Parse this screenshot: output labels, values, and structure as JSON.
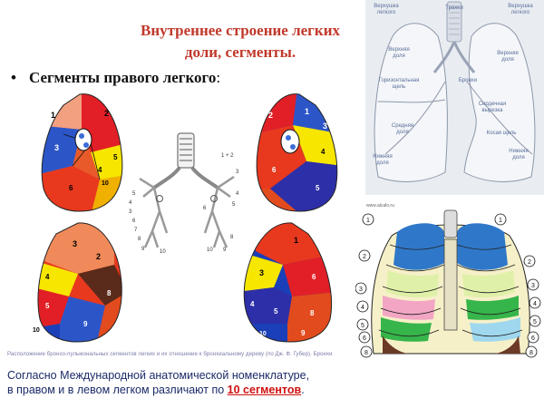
{
  "slide": {
    "title_line1": "Внутреннее строение легких",
    "title_line2": "доли, сегменты.",
    "bullet_char": "•",
    "bullet_text": "Сегменты правого легкого",
    "bullet_colon": ":",
    "credit": "Расположение бронхо-пульмональных сегментов легких и их отношение к бронхиальному дереву (по Дж. Ф. Губер). Бронхи",
    "caption_line1": "Согласно Международной анатомической номенклатуре,",
    "caption_line2_pre": "в правом и в левом легком различают по ",
    "caption_highlight": "10 сегментов",
    "caption_end": "."
  },
  "lungs_labels": {
    "apex_right": "Верхушка легкого",
    "trachea": "Трахея",
    "apex_left": "Верхушка легкого",
    "upper_right": "Верхняя доля",
    "horizontal_fissure": "Горизонтальная щель",
    "bronchi": "Бронхи",
    "upper_left": "Верхняя доля",
    "cardiac_notch": "Сердечная вырезка",
    "middle": "Средняя доля",
    "oblique_fissure": "Косая щель",
    "lower_right": "Нижняя доля",
    "lower_left": "Нижняя доля"
  },
  "segment_numbers": {
    "a": [
      "1",
      "2",
      "3",
      "5",
      "4",
      "6",
      "10"
    ],
    "b": [
      "2",
      "3",
      "1",
      "4",
      "6",
      "5"
    ],
    "c": [
      "3",
      "2",
      "8",
      "4",
      "5",
      "9",
      "10"
    ],
    "d": [
      "3",
      "1",
      "6",
      "4",
      "5",
      "8",
      "9",
      "10"
    ],
    "tree_left": [
      "3",
      "4",
      "5",
      "6",
      "7",
      "8",
      "9",
      "10"
    ],
    "tree_right": [
      "1 + 2",
      "3",
      "4",
      "5",
      "6",
      "8",
      "9",
      "10"
    ],
    "rib_left": [
      "1",
      "2",
      "3",
      "4",
      "5",
      "6",
      "8"
    ],
    "rib_right": [
      "1",
      "2",
      "3",
      "4",
      "5",
      "6",
      "8"
    ]
  },
  "ribcage": {
    "site": "www.alcalo.ru"
  },
  "colors": {
    "title": "#c0392b",
    "caption": "#1b2a68",
    "highlight": "#d01010"
  }
}
